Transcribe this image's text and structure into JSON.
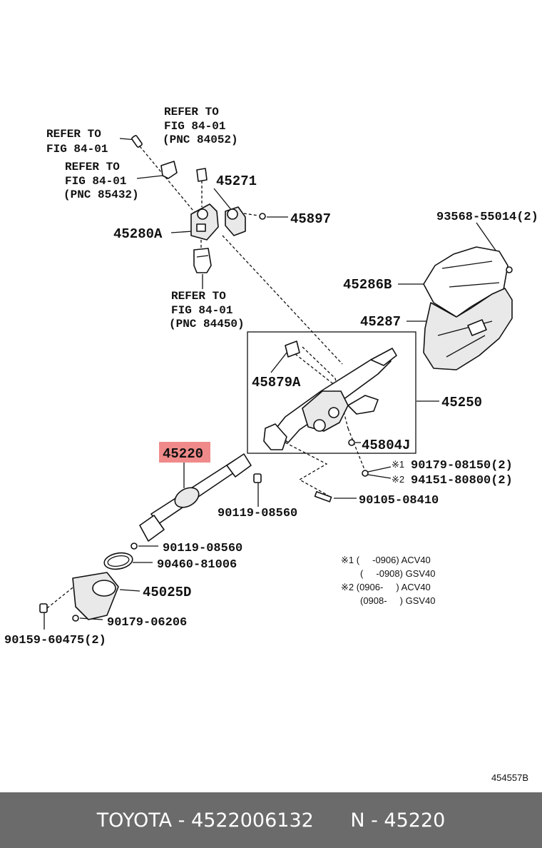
{
  "refs": {
    "r1": [
      "REFER TO",
      "FIG 84-01"
    ],
    "r2": [
      "REFER TO",
      "FIG 84-01",
      "(PNC 84052)"
    ],
    "r3": [
      "REFER TO",
      "FIG 84-01",
      "(PNC 85432)"
    ],
    "r4": [
      "REFER TO",
      "FIG 84-01",
      "(PNC 84450)"
    ]
  },
  "parts": {
    "p45271": "45271",
    "p45897": "45897",
    "p45280A": "45280A",
    "p93568": "93568-55014(2)",
    "p45286B": "45286B",
    "p45287": "45287",
    "p45879A": "45879A",
    "p45250": "45250",
    "p45804J": "45804J",
    "p45220": "45220",
    "p90179_08150": "90179-08150(2)",
    "p94151": "94151-80800(2)",
    "p90105": "90105-08410",
    "p90119_a": "90119-08560",
    "p90119_b": "90119-08560",
    "p90460": "90460-81006",
    "p45025D": "45025D",
    "p90179_06206": "90179-06206",
    "p90159": "90159-60475(2)"
  },
  "marks": {
    "m1": "※1",
    "m2": "※2"
  },
  "notes": {
    "n1": "※1 (     -0906) ACV40",
    "n2": "(     -0908) GSV40",
    "n3": "※2 (0906-     ) ACV40",
    "n4": "(0908-     ) GSV40"
  },
  "diagram_code": "454557B",
  "highlight_color": "#f08a8a",
  "footer": {
    "brand": "TOYOTA",
    "part_number": "4522006132",
    "pnc": "N - 45220"
  }
}
